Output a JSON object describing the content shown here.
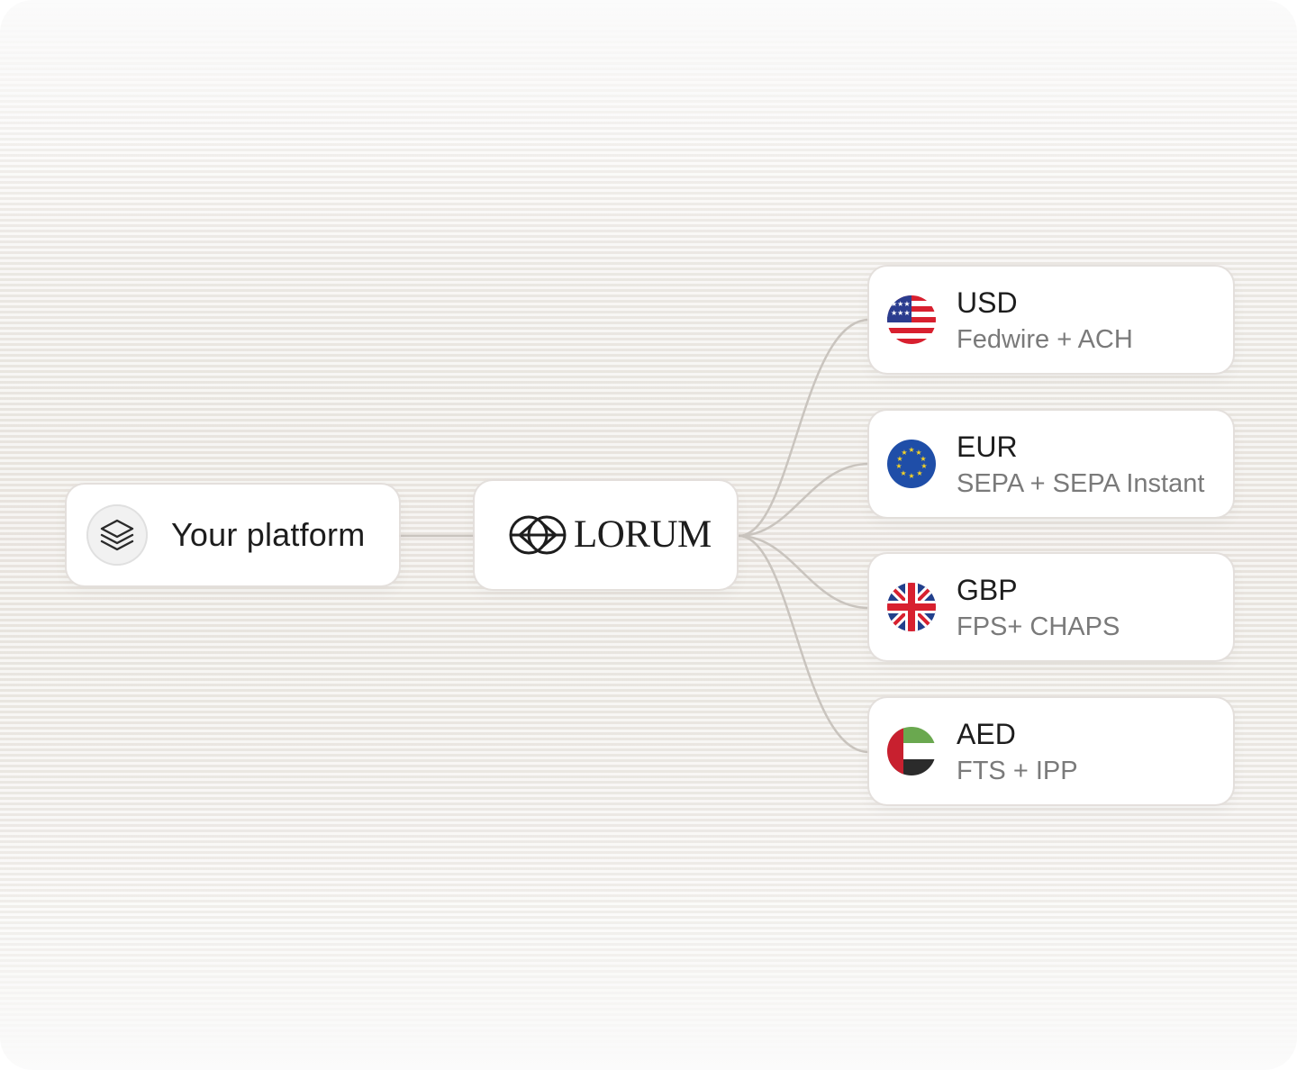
{
  "platform": {
    "label": "Your platform",
    "icon": "layers-icon"
  },
  "provider": {
    "name": "LORUM",
    "logo": "lorum-logo-mark"
  },
  "currencies": [
    {
      "code": "USD",
      "rails": "Fedwire + ACH",
      "flag": "us-flag-icon"
    },
    {
      "code": "EUR",
      "rails": "SEPA + SEPA Instant",
      "flag": "eu-flag-icon"
    },
    {
      "code": "GBP",
      "rails": "FPS+ CHAPS",
      "flag": "uk-flag-icon"
    },
    {
      "code": "AED",
      "rails": "FTS + IPP",
      "flag": "uae-flag-icon"
    }
  ],
  "colors": {
    "connector": "#c9c4be",
    "card": "#ffffff",
    "text_primary": "#1d1d1d",
    "text_secondary": "#7a7a7a"
  }
}
